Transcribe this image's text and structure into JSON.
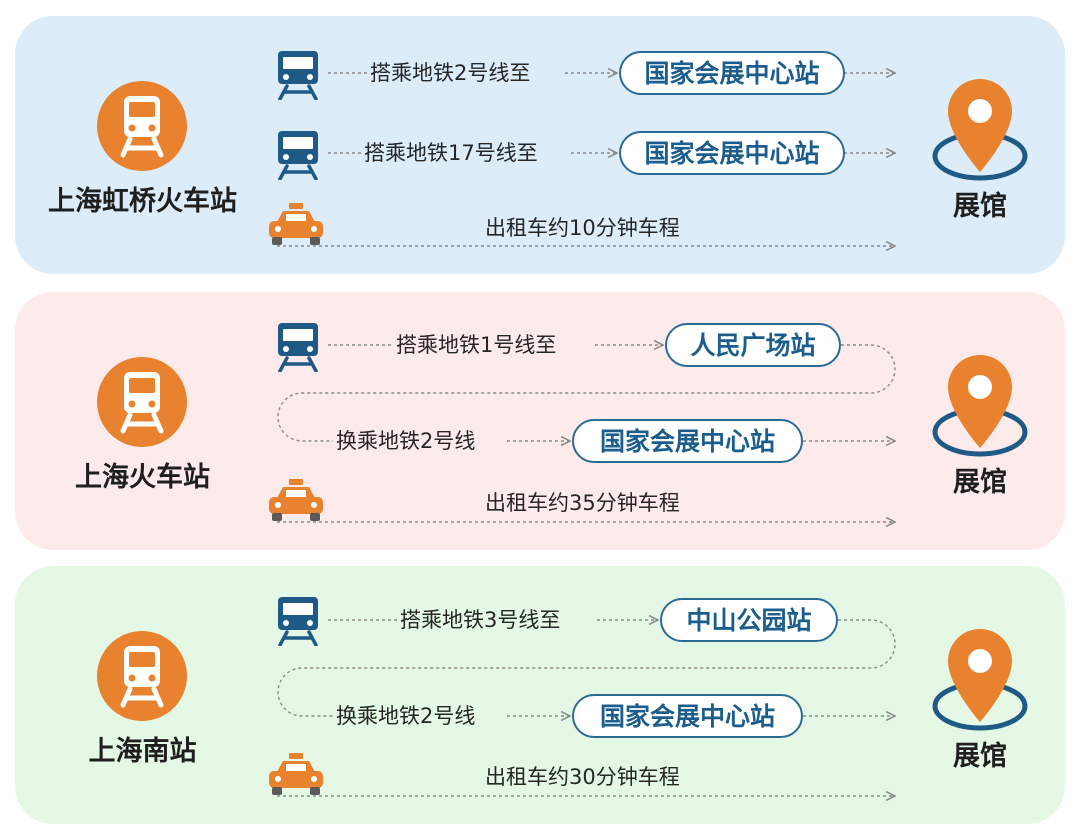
{
  "colors": {
    "accent": "#e8822e",
    "station": "#1b5d8c",
    "rail": "#2c6a96"
  },
  "icons": {
    "origin": "train-icon",
    "destination": "location-pin-icon",
    "metro": "metro-icon",
    "taxi": "taxi-icon"
  },
  "routes": [
    {
      "origin": "上海虹桥火车站",
      "destination": "展馆",
      "metro": [
        {
          "text": "搭乘地铁2号线至",
          "station": "国家会展中心站"
        },
        {
          "text": "搭乘地铁17号线至",
          "station": "国家会展中心站"
        }
      ],
      "taxi": "出租车约10分钟车程"
    },
    {
      "origin": "上海火车站",
      "destination": "展馆",
      "metro": [
        {
          "text": "搭乘地铁1号线至",
          "station": "人民广场站"
        },
        {
          "text": "换乘地铁2号线",
          "station": "国家会展中心站"
        }
      ],
      "taxi": "出租车约35分钟车程"
    },
    {
      "origin": "上海南站",
      "destination": "展馆",
      "metro": [
        {
          "text": "搭乘地铁3号线至",
          "station": "中山公园站"
        },
        {
          "text": "换乘地铁2号线",
          "station": "国家会展中心站"
        }
      ],
      "taxi": "出租车约30分钟车程"
    }
  ]
}
